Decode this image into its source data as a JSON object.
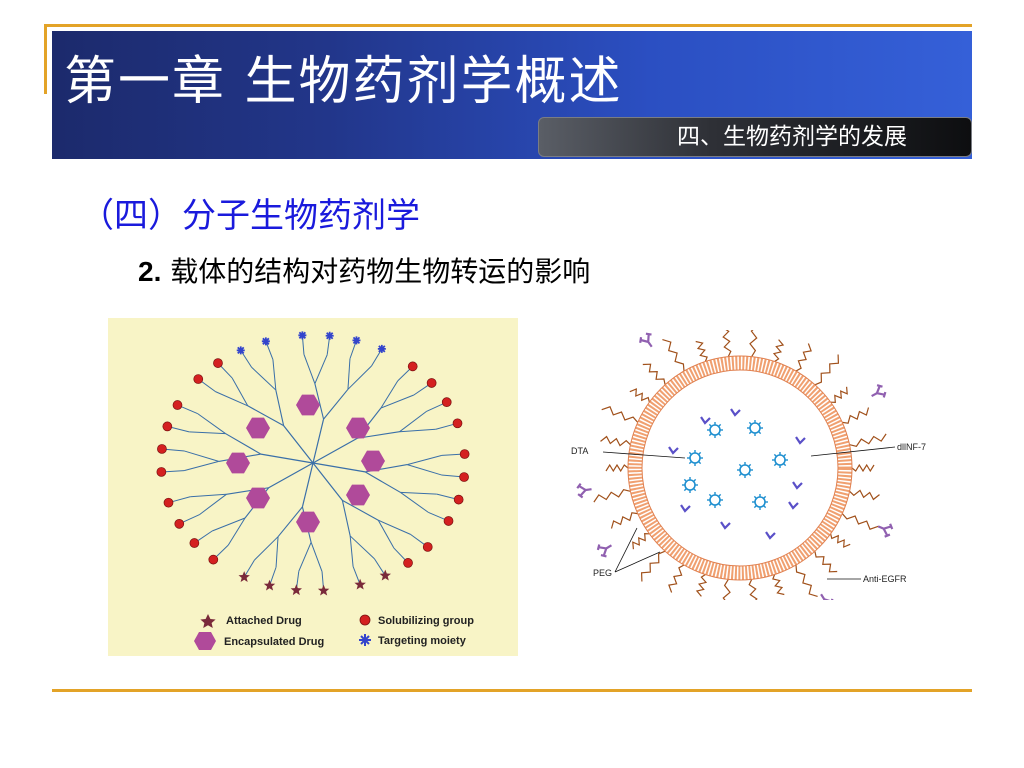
{
  "header": {
    "title": "第一章  生物药剂学概述",
    "subtitle": "四、生物药剂学的发展"
  },
  "section_heading": "（四）分子生物药剂学",
  "point": {
    "number": "2.",
    "text": "载体的结构对药物生物转运的影响"
  },
  "figure_left": {
    "legend": {
      "attached_drug": "Attached Drug",
      "solubilizing_group": "Solubilizing group",
      "encapsulated_drug": "Encapsulated Drug",
      "targeting_moiety": "Targeting moiety"
    },
    "colors": {
      "background": "#f8f4c6",
      "branch": "#3a6fa8",
      "drug": "#7a2a3a",
      "solubilizing": "#d42020",
      "encapsulated": "#b04a9a",
      "targeting": "#3344cc"
    }
  },
  "figure_right": {
    "labels": {
      "dta": "DTA",
      "dllnf": "dllNF-7",
      "peg": "PEG",
      "anti_egfr": "Anti-EGFR"
    },
    "colors": {
      "membrane": "#f0a070",
      "peg": "#a0501a",
      "dta": "#2090d0",
      "antibody": "#9060b0"
    }
  }
}
